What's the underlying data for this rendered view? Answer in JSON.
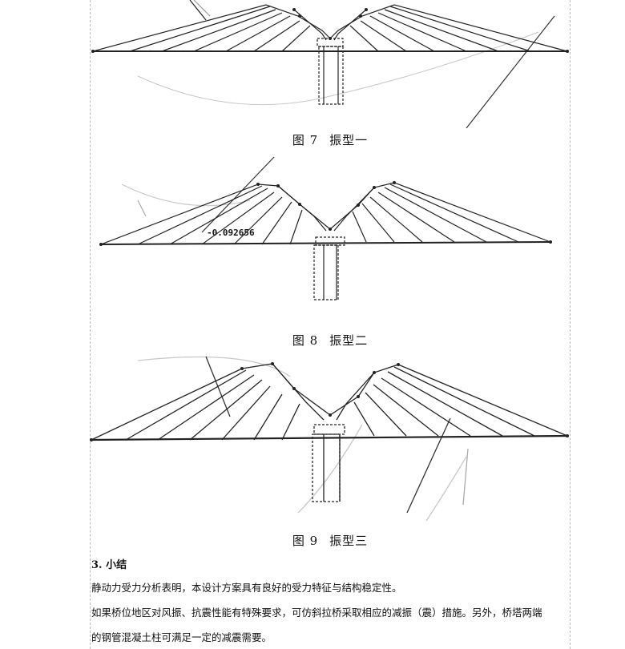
{
  "figures": [
    {
      "number": "图 7",
      "title": "振型一"
    },
    {
      "number": "图 8",
      "title": "振型二",
      "annotation": "-0.092656"
    },
    {
      "number": "图 9",
      "title": "振型三"
    }
  ],
  "section": {
    "heading": "3. 小结",
    "paragraphs": [
      "静动力受力分析表明，本设计方案具有良好的受力特征与结构稳定性。",
      "如果桥位地区对风振、抗震性能有特殊要求，可仿斜拉桥采取相应的减振（震）措施。另外，桥塔两端",
      "的钢管混凝土柱可满足一定的减震需要。"
    ]
  }
}
